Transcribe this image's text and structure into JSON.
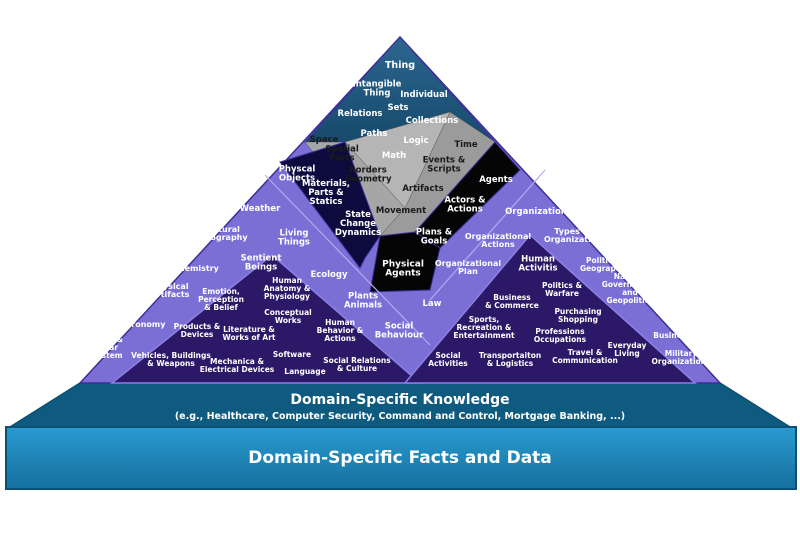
{
  "bands": {
    "knowledge_title": "Domain-Specific Knowledge",
    "knowledge_sub": "(e.g., Healthcare, Computer Security, Command and Control, Mortgage Banking, ...)",
    "facts_title": "Domain-Specific Facts and Data"
  },
  "labels": {
    "thing": "Thing",
    "intangible_thing": [
      "Intangible",
      "Thing"
    ],
    "individual": "Individual",
    "relations": "Relations",
    "sets": "Sets",
    "collections": "Collections",
    "paths": "Paths",
    "logic": "Logic",
    "space": "Space",
    "spatial_parts": [
      "Spatial",
      "Parts"
    ],
    "math": "Math",
    "time": "Time",
    "events_scripts": [
      "Events &",
      "Scripts"
    ],
    "borders_geometry": [
      "Borders",
      "Geometry"
    ],
    "artifacts": "Artifacts",
    "physcal_objects": [
      "Physcal",
      "Objects"
    ],
    "materials": [
      "Materials,",
      "Parts &",
      "Statics"
    ],
    "agents": "Agents",
    "movement": "Movement",
    "actors_actions": [
      "Actors &",
      "Actions"
    ],
    "state_change": [
      "State",
      "Change",
      "Dynamics"
    ],
    "plans_goals": [
      "Plans &",
      "Goals"
    ],
    "physical_agents": [
      "Physical",
      "Agents"
    ],
    "weather": "Weather",
    "natural_geography": [
      "Natural",
      "Geography"
    ],
    "living_things": [
      "Living",
      "Things"
    ],
    "chemistry": "Chemistry",
    "sentient_beings": [
      "Sentient",
      "Beings"
    ],
    "ecology": "Ecology",
    "physical_artifacts": [
      "Physical",
      "Artifacts"
    ],
    "human_anatomy": [
      "Human",
      "Anatomy &",
      "Physiology"
    ],
    "emotion": [
      "Emotion,",
      "Perception",
      "& Belief"
    ],
    "plants_animals": [
      "Plants",
      "Animals"
    ],
    "astronomy": "Astronomy",
    "conceptual_works": [
      "Conceptual",
      "Works"
    ],
    "products_devices": [
      "Products &",
      "Devices"
    ],
    "literature": [
      "Literature &",
      "Works of Art"
    ],
    "human_behavior": [
      "Human",
      "Behavior &",
      "Actions"
    ],
    "social_behaviour": [
      "Social",
      "Behaviour"
    ],
    "earth_solar": [
      "Earth &",
      "Solar",
      "System"
    ],
    "software": "Software",
    "vehicles": [
      "Vehicles, Buildings",
      "& Weapons"
    ],
    "mechanical": [
      "Mechanica &",
      "Electrical Devices"
    ],
    "language": "Language",
    "social_relations": [
      "Social Relations",
      "& Culture"
    ],
    "organization": "Organization",
    "org_actions": [
      "Organizational",
      "Actions"
    ],
    "types_org": [
      "Types of",
      "Organization"
    ],
    "org_plan": [
      "Organizational",
      "Plan"
    ],
    "human_activitis": [
      "Human",
      "Activitis"
    ],
    "political_geography": [
      "Political",
      "Geography"
    ],
    "law": "Law",
    "politics_warfare": [
      "Politics &",
      "Warfare"
    ],
    "nations": [
      "Nations",
      "Governments",
      "and",
      "Geopolitics"
    ],
    "business_commerce": [
      "Business",
      "& Commerce"
    ],
    "purchasing": [
      "Purchasing",
      "Shopping"
    ],
    "professions": [
      "Professions",
      "Occupations"
    ],
    "sports": [
      "Sports,",
      "Recreation &",
      "Entertainment"
    ],
    "business": "Business",
    "everyday_living": [
      "Everyday",
      "Living"
    ],
    "social_activities": [
      "Social",
      "Activities"
    ],
    "transportation": [
      "Transportaiton",
      "& Logistics"
    ],
    "travel": [
      "Travel &",
      "Communication"
    ],
    "military": [
      "Military",
      "Organizations"
    ]
  },
  "colors": {
    "outer_lavender": "#7b6fd6",
    "deep_purple": "#2b1866",
    "top_blue": "#1e5276",
    "silver": "#9b9b9b",
    "navy": "#0d0b3d",
    "black": "#050505",
    "knowledge_band": "#0f5a7f",
    "facts_band": "#1a86b8"
  }
}
